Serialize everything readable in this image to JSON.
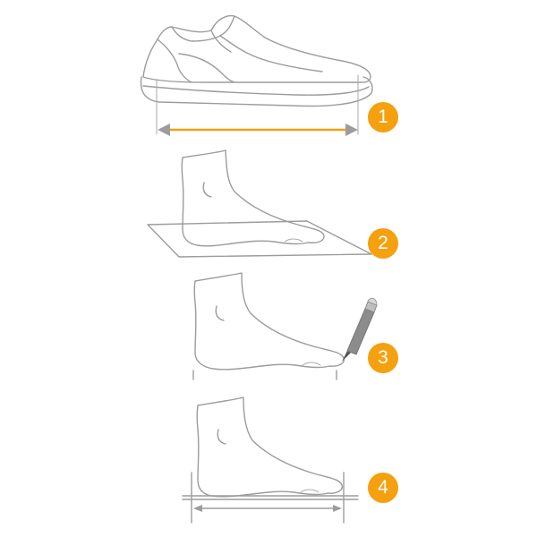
{
  "colors": {
    "accent": "#f5a00f",
    "outline": "#9c9c9c"
  },
  "steps": [
    {
      "number": "1"
    },
    {
      "number": "2"
    },
    {
      "number": "3"
    },
    {
      "number": "4"
    }
  ]
}
